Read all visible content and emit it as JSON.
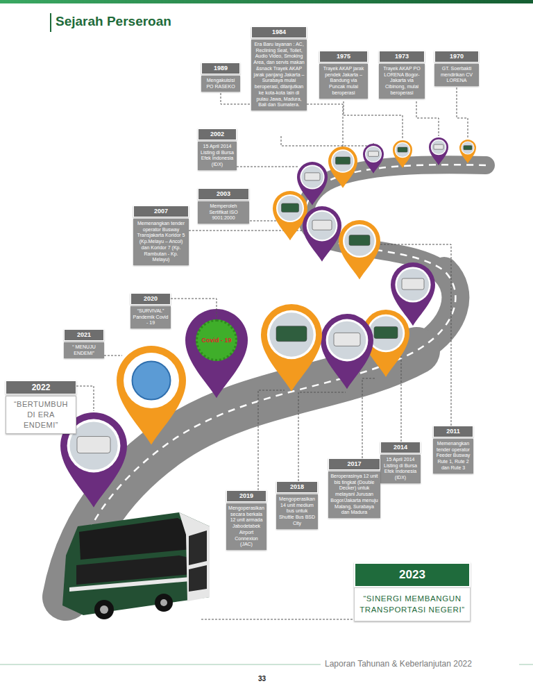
{
  "diagram": {
    "title": "Sejarah Perseroan",
    "nodes": [
      {
        "text": [
          "1984",
          "Era Baru layanan : AC, Reclining Seat, Toilet, Audio Video, Smoking Area, dan servis makan &snack Trayek AKAP jarak panjang Jakarta – Surabaya mulai beroperasi, dilanjutkan ke kota-kota lain di pulau Jawa, Madura, Bali dan Sumatera."
        ]
      },
      {
        "text": [
          "1989",
          "Mengakuisisi PO RASEKO"
        ]
      },
      {
        "text": [
          "1975",
          "Trayek AKAP jarak pendek Jakarta – Bandung via Puncak mulai beroperasi"
        ]
      },
      {
        "text": [
          "1973",
          "Trayek AKAP PO LORENA Bogor-Jakarta via Cibinong, mulai beroperasi"
        ]
      },
      {
        "text": [
          "1970",
          "GT. Soerbakti mendirikan CV LORENA"
        ]
      },
      {
        "text": [
          "2002",
          "15 April 2014 Listing di Bursa Efek Indonesia (IDX)"
        ]
      },
      {
        "text": [
          "2003",
          "Memperoleh Sertifikat ISO 9001:2000"
        ]
      },
      {
        "text": [
          "2007",
          "Memenangkan tender operator Busway Transjakarta Koridor 5 (Kp.Melayu – Ancol) dan Koridor 7 (Kp. Rambutan - Kp. Melayu)"
        ]
      },
      {
        "text": [
          "2020",
          "“SURVIVAL” Pandemik Covid - 19"
        ]
      },
      {
        "text": [
          "Covid - 19"
        ]
      },
      {
        "text": [
          "2021",
          "“ MENUJU ENDEMI”"
        ]
      },
      {
        "text": [
          "2022",
          "“BERTUMBUH DI ERA ENDEMI”"
        ]
      },
      {
        "text": [
          "2011",
          "Memenangkan tender operator Feeder Busway Rute 1, Rute 2 dan Rute 3"
        ]
      },
      {
        "text": [
          "2014",
          "15 April 2014 Listing di Bursa Efek Indonesia (IDX)"
        ]
      },
      {
        "text": [
          "2017",
          "Beroperasinya 12 unit bis tingkat (Double Decker) untuk melayani Jurusan Bogor/Jakarta menuju Malang, Surabaya dan Madura"
        ]
      },
      {
        "text": [
          "2018",
          "Mengoperasikan 14 unit medium bus untuk Shuttle Bus BSD City"
        ]
      },
      {
        "text": [
          "2019",
          "Mengoperasikan secara berkala 12 unit armada Jabodetabek Airport Connexion (JAC)"
        ]
      },
      {
        "text": [
          "2023",
          "“SINERGI MEMBANGUN TRANSPORTASI NEGERI”"
        ]
      }
    ],
    "edges": [
      {
        "from": 8,
        "to": 9,
        "arrow": "none"
      }
    ],
    "labels": [
      "Laporan Tahunan & Keberlanjutan 2022",
      "33"
    ]
  }
}
